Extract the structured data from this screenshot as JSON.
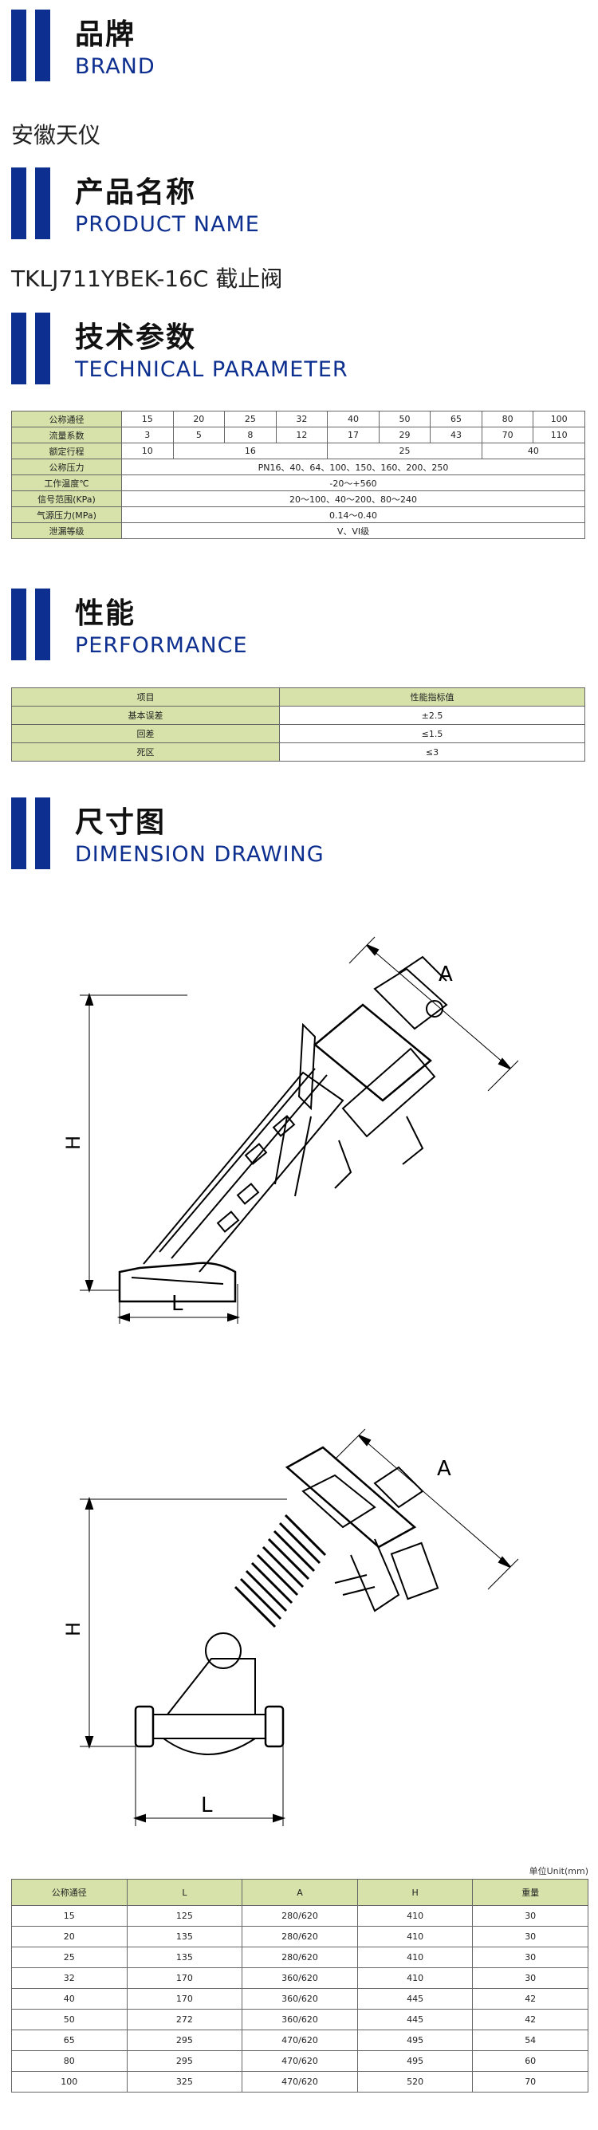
{
  "brand": {
    "cn": "品牌",
    "en": "BRAND",
    "value": "安徽天仪"
  },
  "product": {
    "cn": "产品名称",
    "en": "PRODUCT  NAME",
    "value": "TKLJ711YBEK-16C 截止阀"
  },
  "tech": {
    "cn": "技术参数",
    "en": "TECHNICAL  PARAMETER",
    "rows": {
      "dn_label": "公称通径",
      "dn": [
        "15",
        "20",
        "25",
        "32",
        "40",
        "50",
        "65",
        "80",
        "100"
      ],
      "kv_label": "流量系数",
      "kv": [
        "3",
        "5",
        "8",
        "12",
        "17",
        "29",
        "43",
        "70",
        "110"
      ],
      "stroke_label": "额定行程",
      "stroke": [
        "10",
        "16",
        "25",
        "40"
      ],
      "pn_label": "公称压力",
      "pn": "PN16、40、64、100、150、160、200、250",
      "temp_label": "工作温度℃",
      "temp": "-20～+560",
      "signal_label": "信号范围(KPa)",
      "signal": "20～100、40～200、80～240",
      "air_label": "气源压力(MPa)",
      "air": "0.14～0.40",
      "leak_label": "泄漏等级",
      "leak": "V、VI级"
    }
  },
  "perf": {
    "cn": "性能",
    "en": "PERFORMANCE",
    "header": [
      "项目",
      "性能指标值"
    ],
    "rows": [
      [
        "基本误差",
        "±2.5"
      ],
      [
        "回差",
        "≤1.5"
      ],
      [
        "死区",
        "≤3"
      ]
    ]
  },
  "dim": {
    "cn": "尺寸图",
    "en": "DIMENSION  DRAWING",
    "labels": {
      "A": "A",
      "H": "H",
      "L": "L"
    },
    "unit": "单位Unit(mm)",
    "header": [
      "公称通径",
      "L",
      "A",
      "H",
      "重量"
    ],
    "rows": [
      [
        "15",
        "125",
        "280/620",
        "410",
        "30"
      ],
      [
        "20",
        "135",
        "280/620",
        "410",
        "30"
      ],
      [
        "25",
        "135",
        "280/620",
        "410",
        "30"
      ],
      [
        "32",
        "170",
        "360/620",
        "410",
        "30"
      ],
      [
        "40",
        "170",
        "360/620",
        "445",
        "42"
      ],
      [
        "50",
        "272",
        "360/620",
        "445",
        "42"
      ],
      [
        "65",
        "295",
        "470/620",
        "495",
        "54"
      ],
      [
        "80",
        "295",
        "470/620",
        "495",
        "60"
      ],
      [
        "100",
        "325",
        "470/620",
        "520",
        "70"
      ]
    ]
  }
}
